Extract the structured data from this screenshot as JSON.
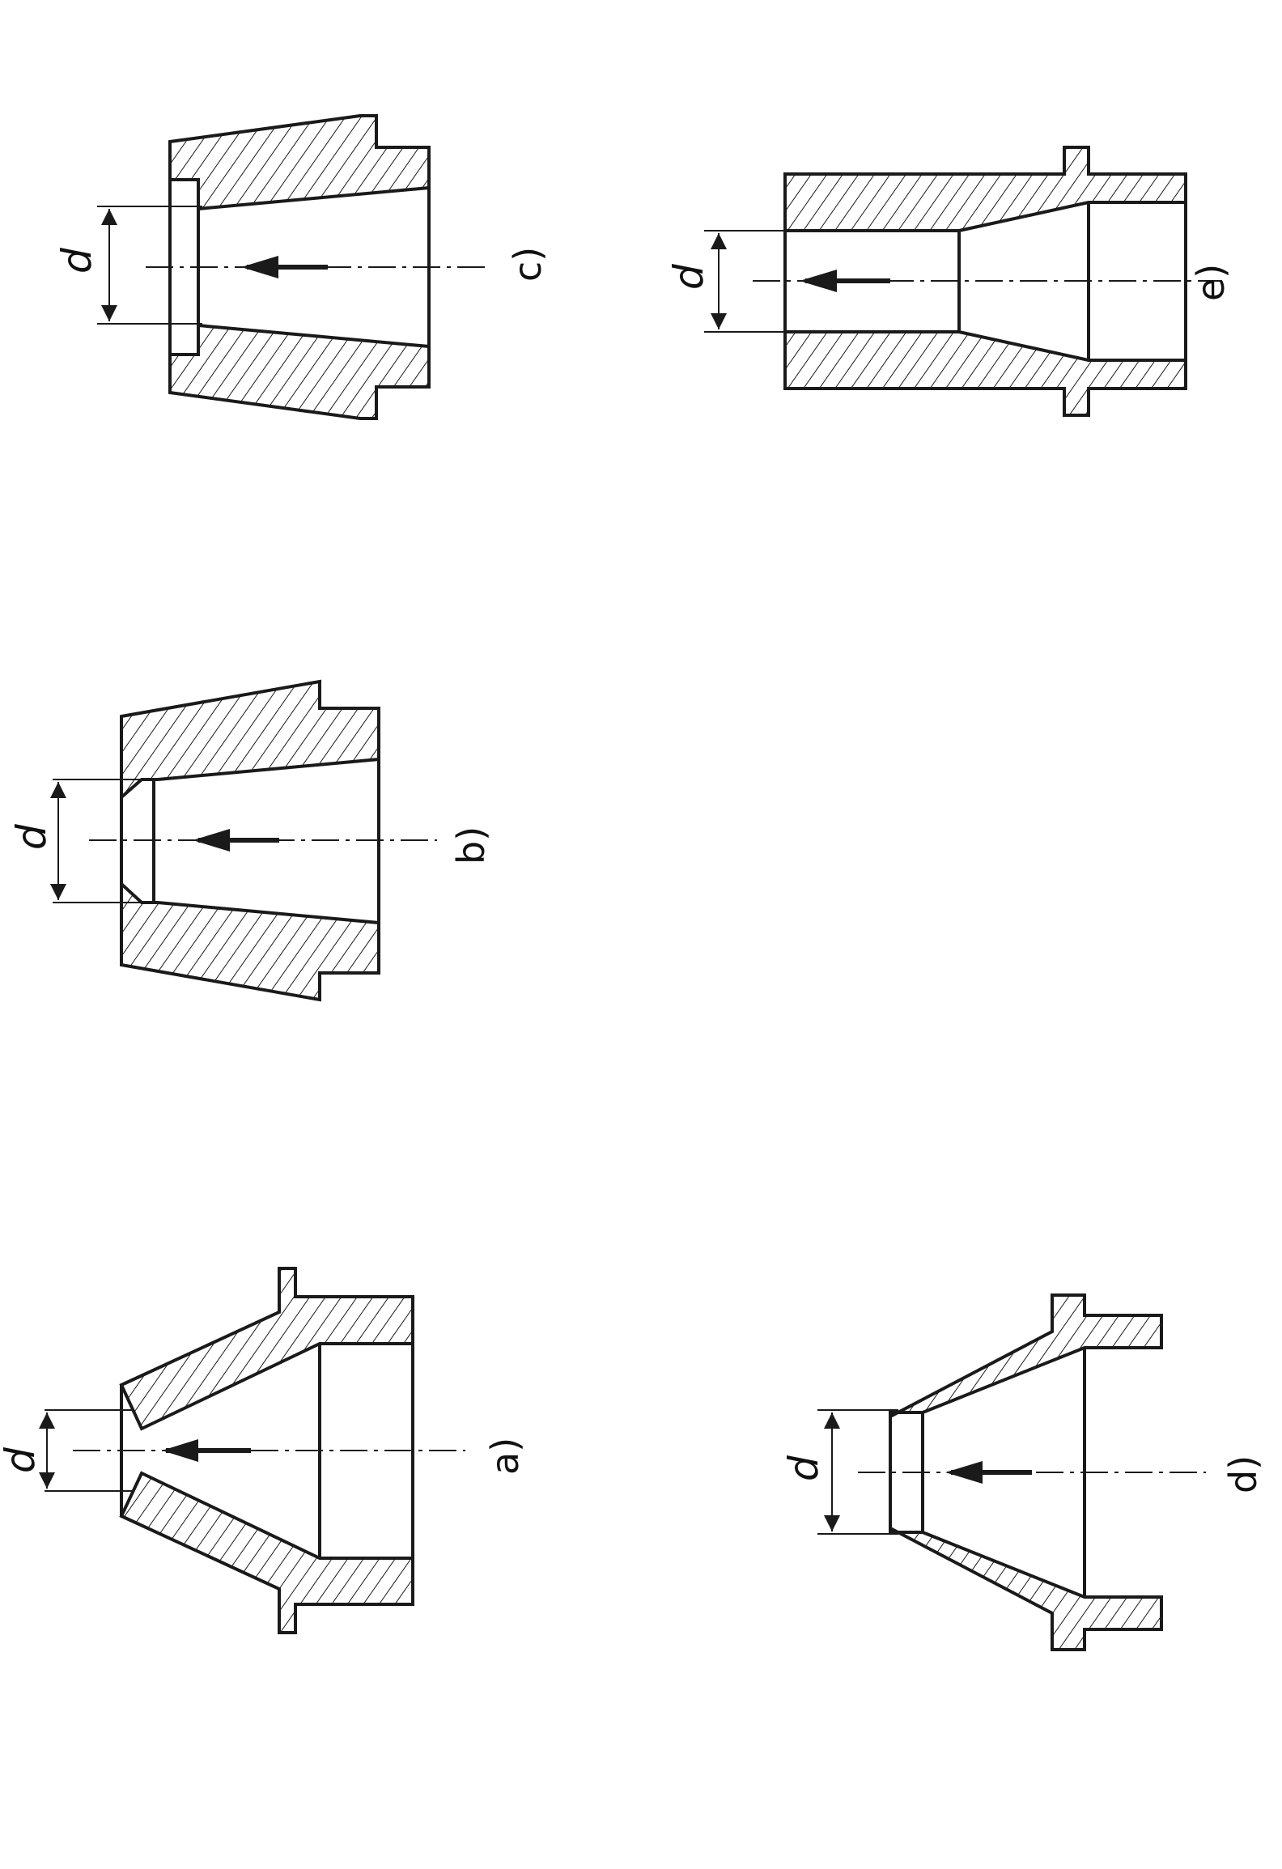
{
  "figure": {
    "dimension_symbol": "d",
    "colors": {
      "line": "#1a1a1a",
      "background": "#ffffff"
    },
    "panels": [
      {
        "id": "a",
        "label": "a)"
      },
      {
        "id": "b",
        "label": "b)"
      },
      {
        "id": "c",
        "label": "c)"
      },
      {
        "id": "d",
        "label": "d)"
      },
      {
        "id": "e",
        "label": "e)"
      }
    ]
  }
}
